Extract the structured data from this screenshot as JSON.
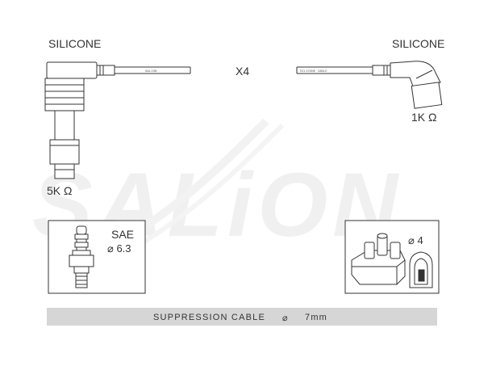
{
  "left_terminal": {
    "material": "SILICONE",
    "resistance": "5K Ω"
  },
  "right_terminal": {
    "material": "SILICONE",
    "resistance": "1K Ω"
  },
  "quantity": "X4",
  "cable_print_left": "SALION",
  "cable_print_right": "SILICONE CABLE",
  "watermark": "SALiON",
  "spark_plug_box": {
    "standard": "SAE",
    "diameter": "⌀ 6.3"
  },
  "distributor_box": {
    "diameter": "⌀ 4"
  },
  "banner": {
    "label": "SUPPRESSION CABLE",
    "symbol": "⌀",
    "size": "7mm"
  },
  "colors": {
    "line": "#333333",
    "banner": "#d6d6d6",
    "watermark": "#eeeeee"
  }
}
